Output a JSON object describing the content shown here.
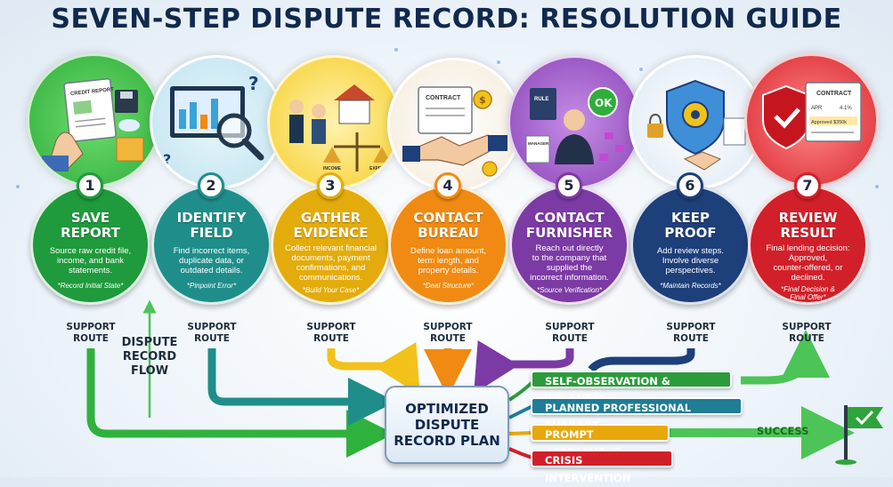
{
  "title": "SEVEN-STEP DISPUTE RECORD: RESOLUTION GUIDE",
  "steps": [
    {
      "number": "1",
      "title": "SAVE\nREPORT",
      "desc": "Source raw credit file,\nincome, and bank\nstatements.",
      "tag": "*Record Initial State*",
      "color": "#1f9a3c",
      "ring": "#4cc457"
    },
    {
      "number": "2",
      "title": "IDENTIFY\nFIELD",
      "desc": "Find incorrect items,\nduplicate data, or\noutdated details.",
      "tag": "*Pinpoint Error*",
      "color": "#1f8e8a",
      "ring": "#35a9c8"
    },
    {
      "number": "3",
      "title": "GATHER\nEVIDENCE",
      "desc": "Collect relevant financial\ndocuments, payment\nconfirmations, and\ncommunications.",
      "tag": "*Build Your Case*",
      "color": "#e3ac0c",
      "ring": "#f6cf2b"
    },
    {
      "number": "4",
      "title": "CONTACT\nBUREAU",
      "desc": "Define loan amount,\nterm length, and\nproperty details.",
      "tag": "*Deal Structure*",
      "color": "#f08a12",
      "ring": "#ffb03a"
    },
    {
      "number": "5",
      "title": "CONTACT\nFURNISHER",
      "desc": "Reach out directly\nto the company that\nsupplied the\nincorrect information.",
      "tag": "*Source Verification*",
      "color": "#7c3aa4",
      "ring": "#a35ad0"
    },
    {
      "number": "6",
      "title": "KEEP\nPROOF",
      "desc": "Add review steps.\nInvolve diverse\nperspectives.",
      "tag": "*Maintain Records*",
      "color": "#1d3f7a",
      "ring": "#3566b4"
    },
    {
      "number": "7",
      "title": "REVIEW\nRESULT",
      "desc": "Final lending decision:\nApproved,\ncounter-offered, or\ndeclined.",
      "tag": "*Final Decision &\nFinal Offer*",
      "color": "#d1202a",
      "ring": "#ef4a4a"
    }
  ],
  "support_label": "SUPPORT\nROUTE",
  "flow_label": "DISPUTE\nRECORD\nFLOW",
  "plan_label": "OPTIMIZED\nDISPUTE\nRECORD PLAN",
  "routes": [
    {
      "label": "SELF-OBSERVATION & WELLNESS",
      "color": "#2c9b3c"
    },
    {
      "label": "PLANNED PROFESSIONAL SUPPORT",
      "color": "#1f7d95"
    },
    {
      "label": "PROMPT ASSESSMENT",
      "color": "#e8a70a"
    },
    {
      "label": "CRISIS INTERVENTION",
      "color": "#d1202a"
    }
  ],
  "success_label": "SUCCESS",
  "illustration_text": {
    "credit_report": "CREDIT REPORT",
    "income": "INCOME",
    "expenses": "EXPENSES",
    "contract": "CONTRACT",
    "rule": "RULE",
    "manager": "MANAGER",
    "ok": "OK",
    "apr": "APR",
    "apr_value": "4.1%",
    "approved": "Approved $350k"
  }
}
